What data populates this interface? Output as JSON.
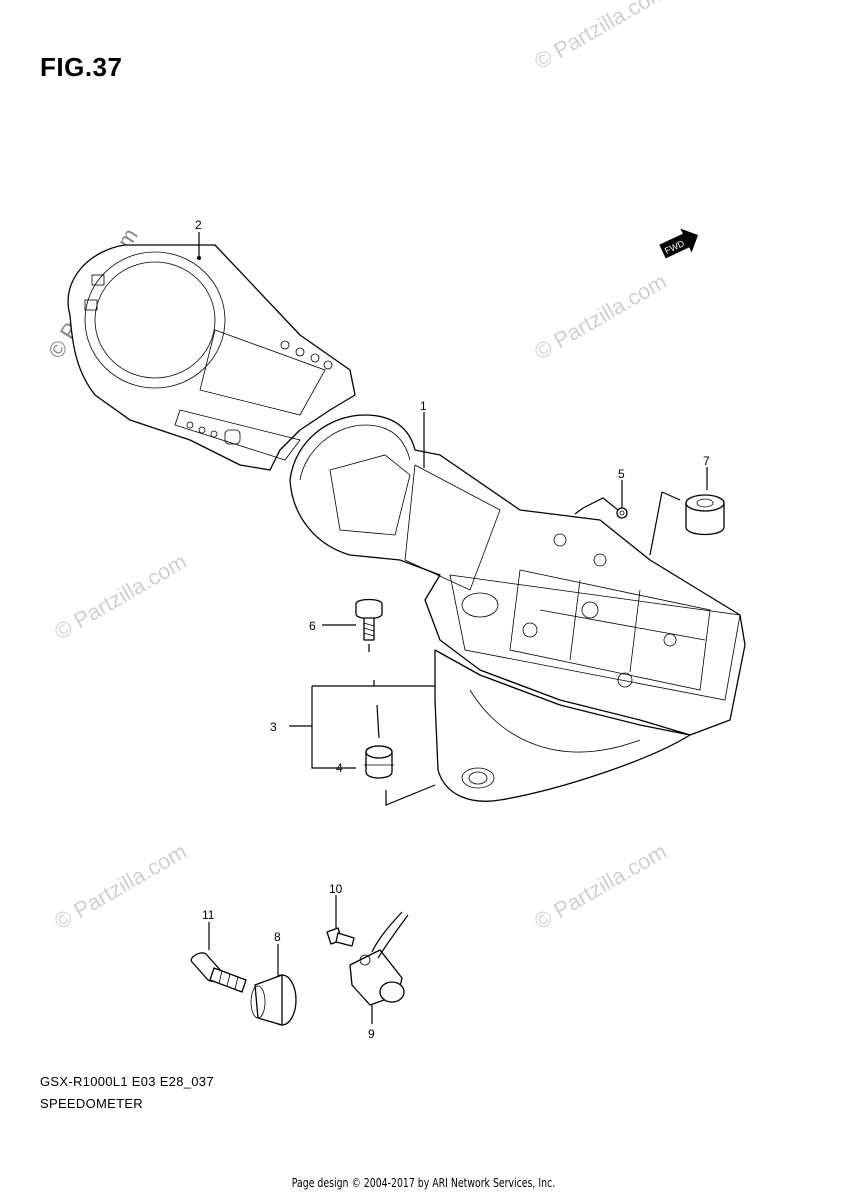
{
  "figure": {
    "title": "FIG.37"
  },
  "watermark": "© Partzilla.com",
  "fwd_label": "FWD",
  "model_code": "GSX-R1000L1 E03 E28_037",
  "section_name": "SPEEDOMETER",
  "footer": "Page design © 2004-2017 by ARI Network Services, Inc.",
  "callouts": [
    "1",
    "2",
    "3",
    "4",
    "5",
    "6",
    "7",
    "8",
    "9",
    "10",
    "11"
  ]
}
